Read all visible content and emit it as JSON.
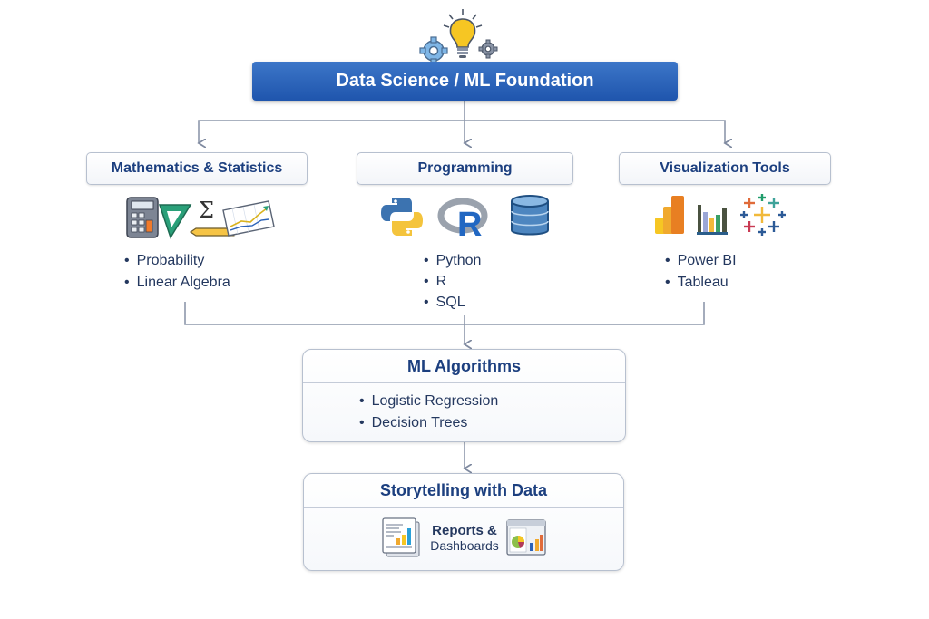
{
  "root": {
    "title": "Data Science / ML Foundation",
    "icons": [
      "gear-icon",
      "lightbulb-icon",
      "gear-icon"
    ]
  },
  "categories": [
    {
      "title": "Mathematics & Statistics",
      "icons": [
        "calculator-icon",
        "triangle-ruler-icon",
        "sigma-icon",
        "pencil-icon",
        "line-chart-icon"
      ],
      "items": [
        "Probability",
        "Linear Algebra"
      ]
    },
    {
      "title": "Programming",
      "icons": [
        "python-icon",
        "r-logo-icon",
        "database-icon"
      ],
      "items": [
        "Python",
        "R",
        "SQL"
      ]
    },
    {
      "title": "Visualization Tools",
      "icons": [
        "power-bi-icon",
        "bar-chart-icon",
        "tableau-icon"
      ],
      "items": [
        "Power BI",
        "Tableau"
      ]
    }
  ],
  "ml": {
    "title": "ML Algorithms",
    "items": [
      "Logistic Regression",
      "Decision Trees"
    ]
  },
  "story": {
    "title": "Storytelling with Data",
    "label_line1": "Reports &",
    "label_line2": "Dashboards",
    "icons": [
      "report-icon",
      "dashboard-icon"
    ]
  },
  "colors": {
    "accent": "#2a62b8",
    "connector": "#7f8aa0",
    "text": "#1c3f7f"
  }
}
